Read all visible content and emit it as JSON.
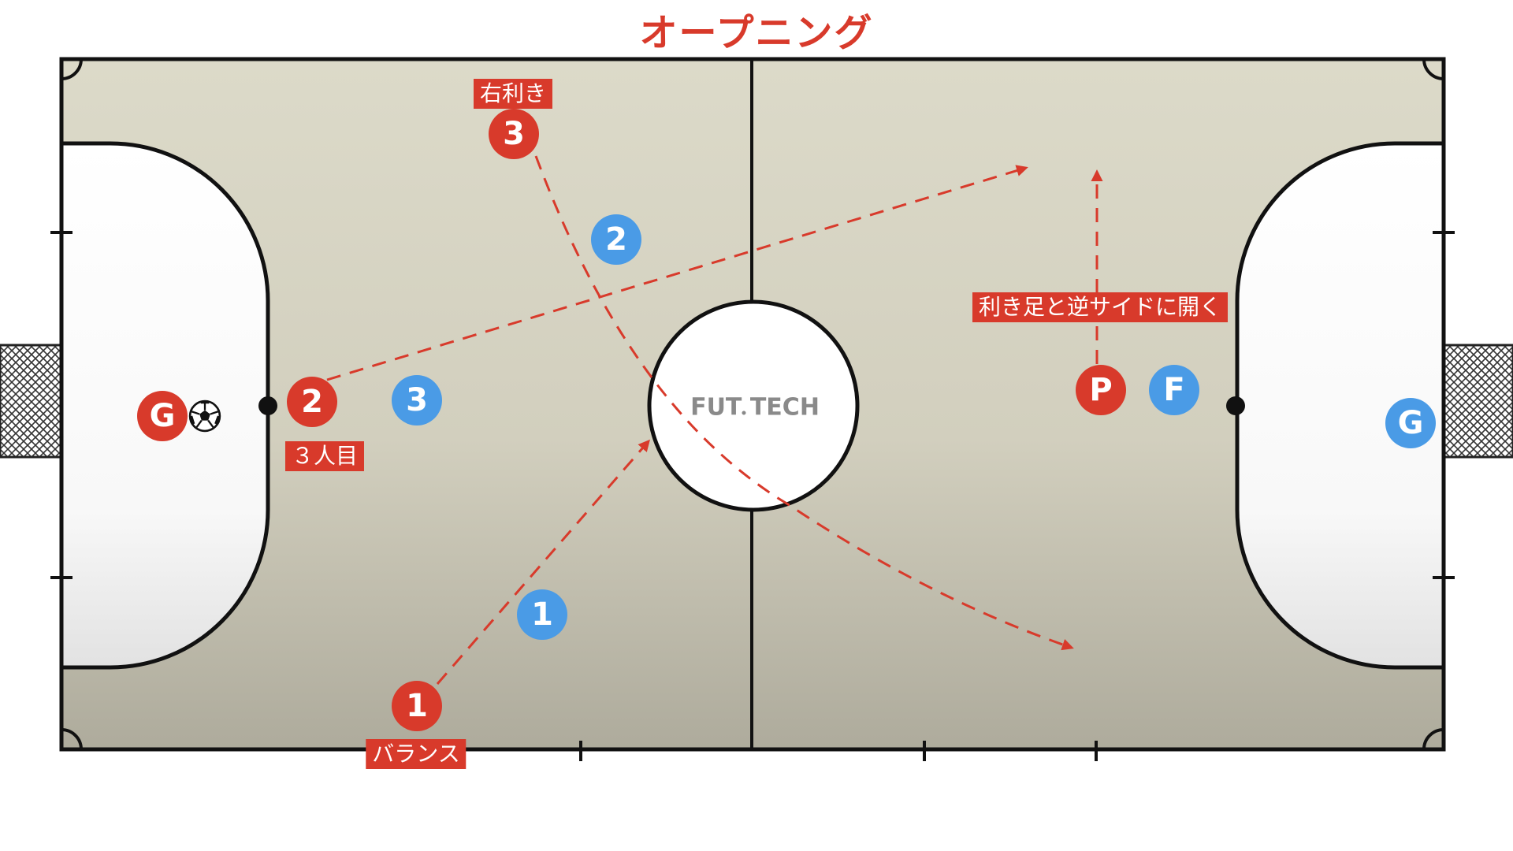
{
  "title": "オープニング",
  "logo": "FUT TECH",
  "colors": {
    "attack": "#d83a2b",
    "defense": "#4a9be6",
    "court": "#d9d7c6",
    "line": "#111111"
  },
  "players": {
    "attack_gk": "G",
    "attack_2": "2",
    "attack_3": "3",
    "attack_1": "1",
    "attack_p": "P",
    "defense_gk": "G",
    "defense_1": "1",
    "defense_2": "2",
    "defense_3": "3",
    "defense_f": "F"
  },
  "labels": {
    "right_footed": "右利き",
    "third_man": "３人目",
    "balance": "バランス",
    "open_side": "利き足と逆サイドに開く"
  },
  "icons": {
    "ball": "soccer-ball-icon",
    "goal": "goal-net-icon"
  }
}
